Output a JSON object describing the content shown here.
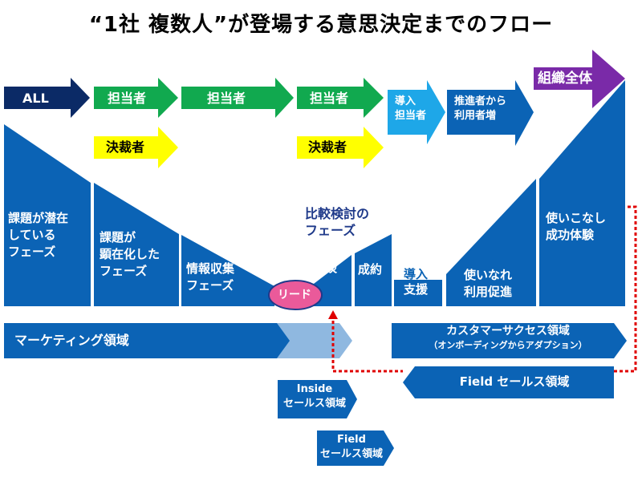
{
  "title": "“1社 複数人”が登場する意思決定までのフロー",
  "colors": {
    "dark_navy": "#0b2a66",
    "green": "#11a94f",
    "yellow": "#ffff00",
    "blue": "#0b63b5",
    "light_blue": "#1ea7e8",
    "purple": "#7a2aa8",
    "pale_blue": "#8fb8e0",
    "lead_pink": "#ea5a9a",
    "dotted_red": "#e00000"
  },
  "top_arrows": {
    "all": "ALL",
    "tantou_1": "担当者",
    "tantou_2": "担当者",
    "tantou_3": "担当者",
    "kessai_1": "決裁者",
    "kessai_2": "決裁者",
    "donyu_tantou_line1": "導入",
    "donyu_tantou_line2": "担当者",
    "suishin_line1": "推進者から",
    "suishin_line2": "利用者増",
    "soshiki": "組織全体"
  },
  "phases": {
    "p1": [
      "課題が潜在",
      "している",
      "フェーズ"
    ],
    "p2": [
      "課題が",
      "顕在化した",
      "フェーズ"
    ],
    "p3": [
      "情報収集",
      "フェーズ"
    ],
    "shodan": "商談",
    "seiyaku": "成約",
    "donyu_shien": [
      "導入",
      "支援"
    ],
    "p_use": [
      "使いなれ",
      "利用促進"
    ],
    "p_master": [
      "使いこなし",
      "成功体験"
    ]
  },
  "hikaku": [
    "比較検討の",
    "フェーズ"
  ],
  "lead": "リード",
  "domains": {
    "marketing": "マーケティング領域",
    "cs_line1": "カスタマーサクセス領域",
    "cs_line2": "（オンボーディングからアダプション）",
    "field_sales_main": "Field セールス領域",
    "inside_line1": "Inside",
    "inside_line2": "セールス領域",
    "field_line1": "Field",
    "field_line2": "セールス領域"
  }
}
